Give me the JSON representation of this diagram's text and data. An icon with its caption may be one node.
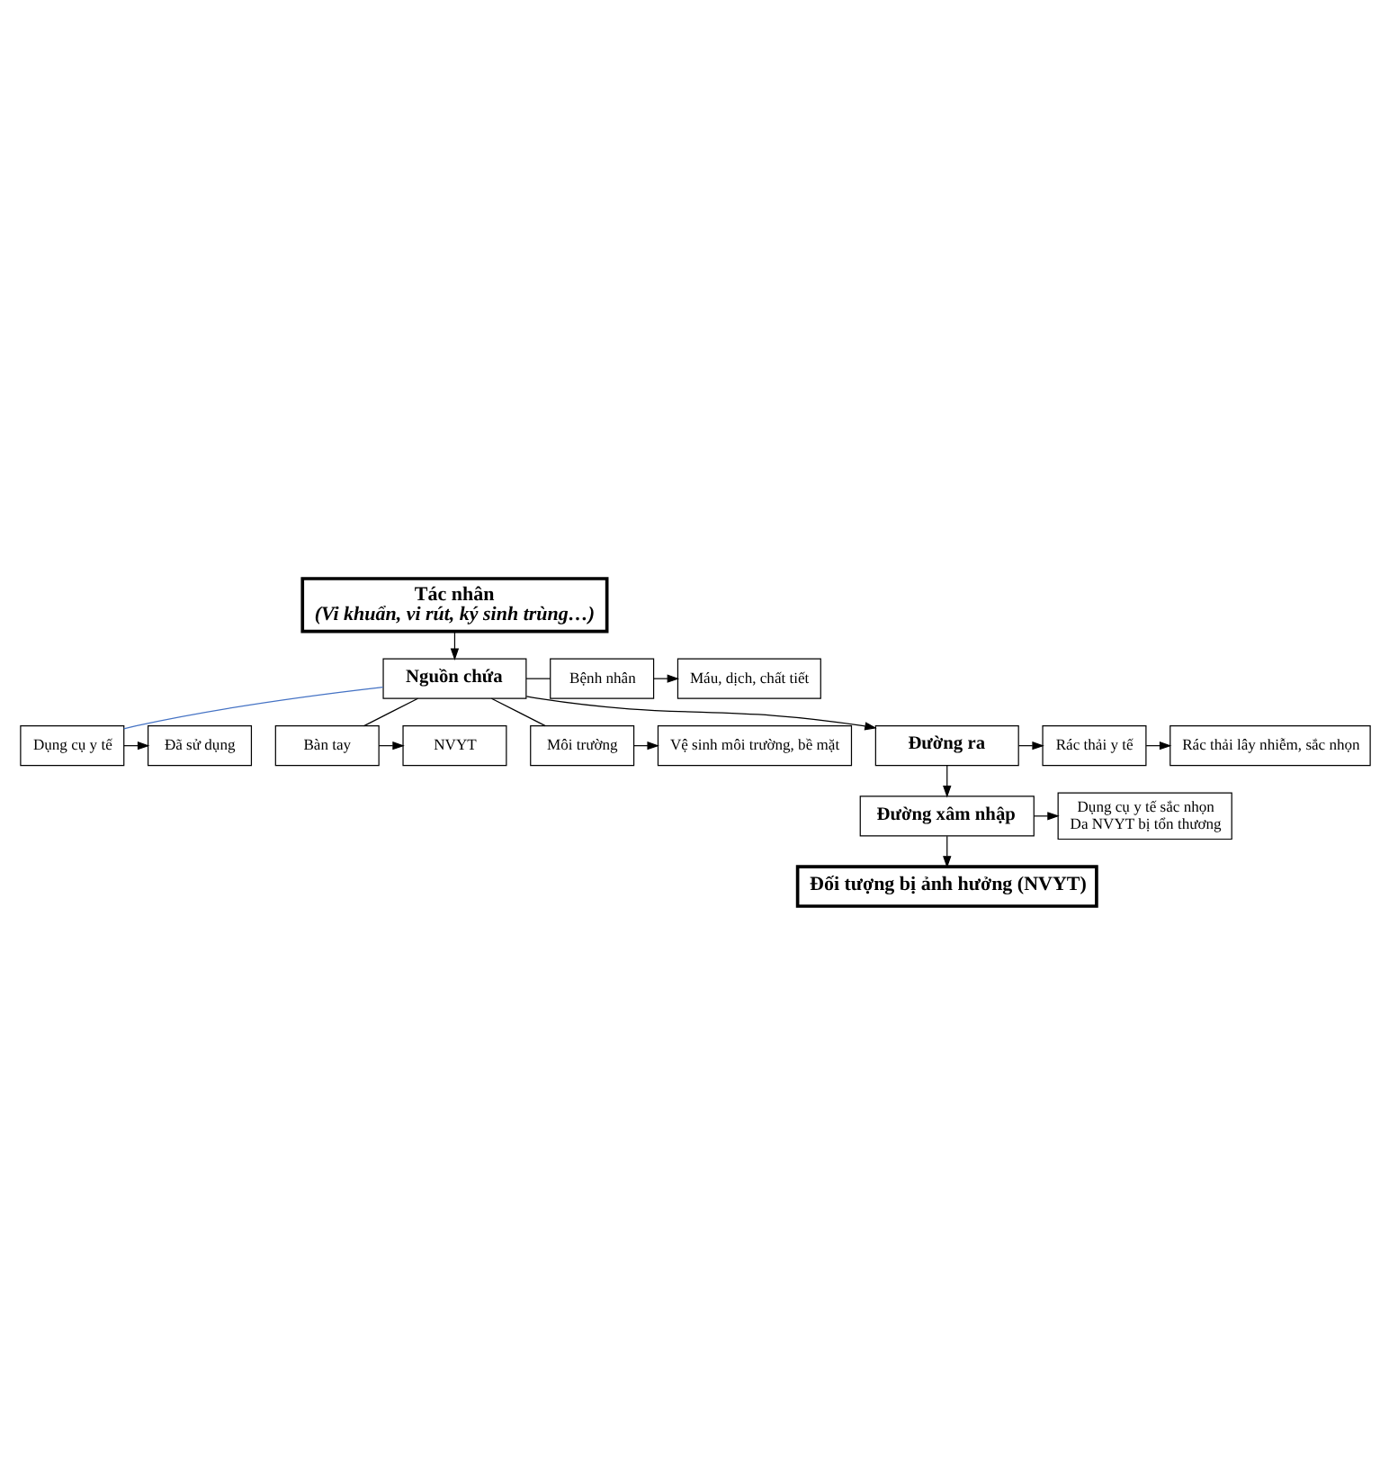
{
  "diagram": {
    "nodes": [
      {
        "text": [
          "Tác nhân",
          "(Vi khuẩn, vi rút, ký sinh trùng…)"
        ]
      },
      {
        "text": [
          "Nguồn chứa"
        ]
      },
      {
        "text": [
          "Bệnh nhân"
        ]
      },
      {
        "text": [
          "Máu, dịch, chất tiết"
        ]
      },
      {
        "text": [
          "Dụng cụ y tế"
        ]
      },
      {
        "text": [
          "Đã sử dụng"
        ]
      },
      {
        "text": [
          "Bàn tay"
        ]
      },
      {
        "text": [
          "NVYT"
        ]
      },
      {
        "text": [
          "Môi trường"
        ]
      },
      {
        "text": [
          "Vệ sinh môi trường, bề mặt"
        ]
      },
      {
        "text": [
          "Đường ra"
        ]
      },
      {
        "text": [
          "Rác thải y tế"
        ]
      },
      {
        "text": [
          "Rác thải lây nhiễm, sắc nhọn"
        ]
      },
      {
        "text": [
          "Đường xâm nhập"
        ]
      },
      {
        "text": [
          "Dụng cụ y tế sắc nhọn",
          "Da NVYT bị tổn thương"
        ]
      },
      {
        "text": [
          "Đối tượng bị ảnh hưởng (NVYT)"
        ]
      }
    ],
    "edges": [
      {
        "from": 0,
        "to": 1,
        "arrow": "to"
      },
      {
        "from": 1,
        "to": 2,
        "arrow": "none"
      },
      {
        "from": 1,
        "to": 4,
        "arrow": "none",
        "color": "#4472c4"
      },
      {
        "from": 1,
        "to": 6,
        "arrow": "none"
      },
      {
        "from": 1,
        "to": 8,
        "arrow": "none"
      },
      {
        "from": 2,
        "to": 3,
        "arrow": "to"
      },
      {
        "from": 4,
        "to": 5,
        "arrow": "to"
      },
      {
        "from": 6,
        "to": 7,
        "arrow": "to"
      },
      {
        "from": 8,
        "to": 9,
        "arrow": "to"
      },
      {
        "from": 1,
        "to": 10,
        "arrow": "to"
      },
      {
        "from": 10,
        "to": 11,
        "arrow": "to"
      },
      {
        "from": 11,
        "to": 12,
        "arrow": "to"
      },
      {
        "from": 10,
        "to": 13,
        "arrow": "to"
      },
      {
        "from": 13,
        "to": 14,
        "arrow": "to"
      },
      {
        "from": 13,
        "to": 15,
        "arrow": "to"
      }
    ]
  }
}
